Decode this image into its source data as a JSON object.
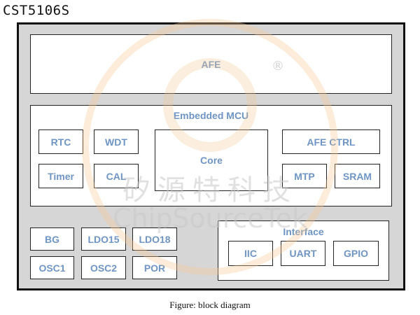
{
  "title": "CST5106S",
  "afe": "AFE",
  "mcu": {
    "title": "Embedded MCU",
    "rtc": "RTC",
    "wdt": "WDT",
    "timer": "Timer",
    "cal": "CAL",
    "core": "Core",
    "afe_ctrl": "AFE CTRL",
    "mtp": "MTP",
    "sram": "SRAM"
  },
  "power": {
    "bg": "BG",
    "ldo15": "LDO15",
    "ldo18": "LDO18",
    "osc1": "OSC1",
    "osc2": "OSC2",
    "por": "POR"
  },
  "interface": {
    "title": "Interface",
    "iic": "IIC",
    "uart": "UART",
    "gpio": "GPIO"
  },
  "watermark": {
    "cn": "矽源特科技",
    "en": "ChipSourceTek",
    "reg": "®"
  },
  "caption": "Figure: block diagram"
}
